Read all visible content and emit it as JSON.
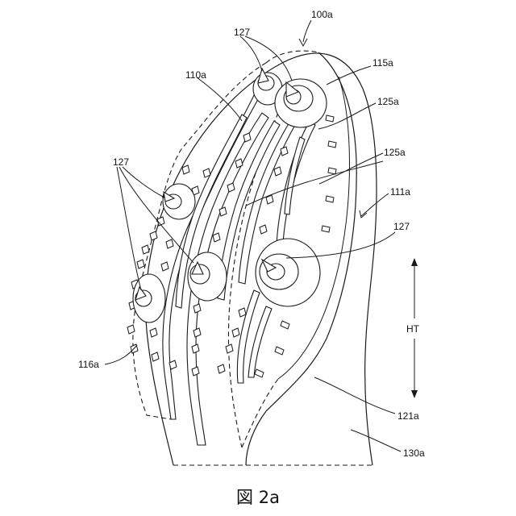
{
  "figure": {
    "caption": "図 2a",
    "labels": {
      "l100a": "100a",
      "l127_top": "127",
      "l115a": "115a",
      "l110a": "110a",
      "l125a_1": "125a",
      "l125a_2": "125a",
      "l127_left": "127",
      "l111a": "111a",
      "l127_right": "127",
      "lHT": "HT",
      "l116a": "116a",
      "l121a": "121a",
      "l130a": "130a"
    }
  }
}
